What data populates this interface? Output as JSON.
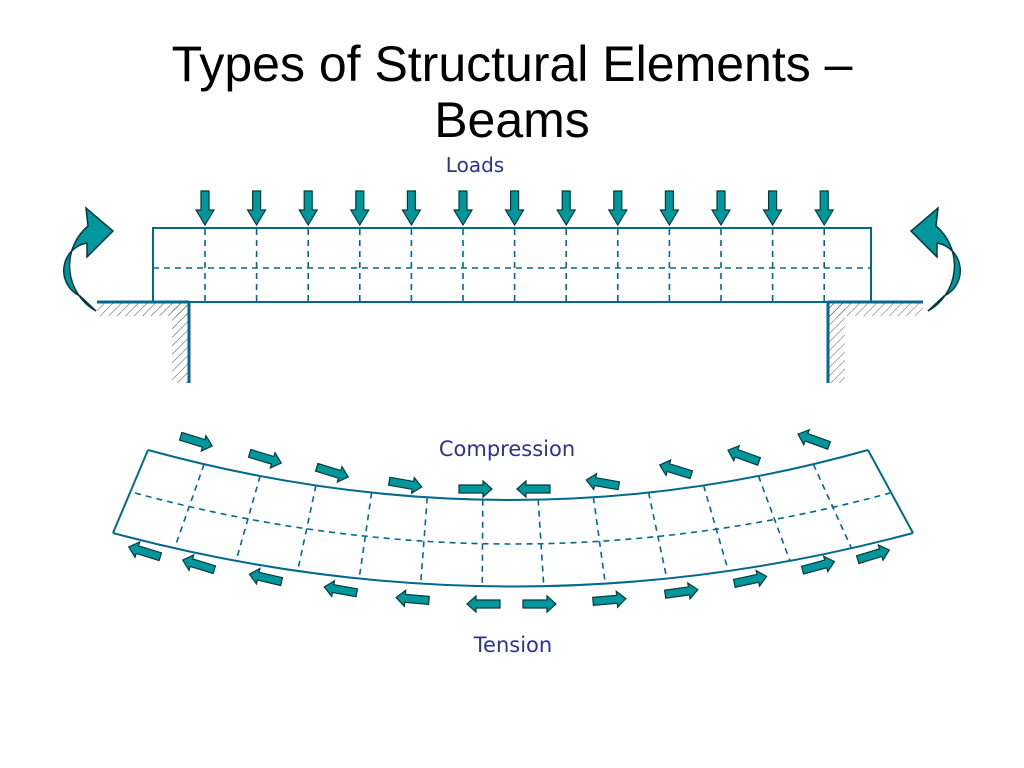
{
  "title": {
    "line1": "Types of Structural Elements –",
    "line2": "Beams"
  },
  "labels": {
    "loads": "Loads",
    "compression": "Compression",
    "tension": "Tension"
  },
  "colors": {
    "beam_line": "#006a8e",
    "arrow_fill": "#00979c",
    "arrow_stroke": "#003a3e",
    "label_text": "#2e3192",
    "title_text": "#000000"
  },
  "icons": {
    "load_arrow": "down-arrow-icon",
    "moment_arrow": "curved-arrow-icon",
    "force_arrow": "block-arrow-icon"
  }
}
